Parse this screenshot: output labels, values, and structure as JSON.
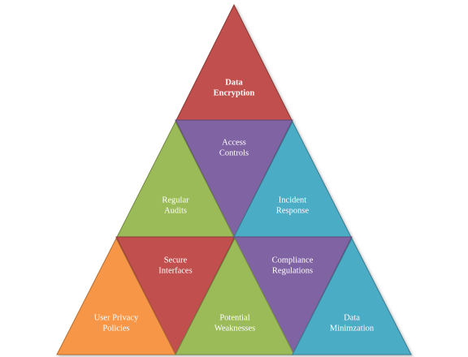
{
  "diagram": {
    "title": "",
    "triangles": [
      {
        "id": "t1",
        "orientation": "up",
        "color": "#c0504d",
        "stroke": "#8c3836",
        "lines": [
          "Data",
          "Encryption"
        ],
        "bold": true
      },
      {
        "id": "t2",
        "orientation": "down",
        "color": "#8064a2",
        "stroke": "#5c4776",
        "lines": [
          "Access",
          "Controls"
        ],
        "bold": false
      },
      {
        "id": "t3",
        "orientation": "up",
        "color": "#9bbb59",
        "stroke": "#71893f",
        "lines": [
          "Regular",
          "Audits"
        ],
        "bold": false
      },
      {
        "id": "t4",
        "orientation": "up",
        "color": "#4bacc6",
        "stroke": "#357d91",
        "lines": [
          "Incident",
          "Response"
        ],
        "bold": false
      },
      {
        "id": "t5",
        "orientation": "down",
        "color": "#c0504d",
        "stroke": "#8c3836",
        "lines": [
          "Secure",
          "Interfaces"
        ],
        "bold": false
      },
      {
        "id": "t6",
        "orientation": "down",
        "color": "#8064a2",
        "stroke": "#5c4776",
        "lines": [
          "Compliance",
          "Regulations"
        ],
        "bold": false
      },
      {
        "id": "t7",
        "orientation": "up",
        "color": "#f79646",
        "stroke": "#b66d31",
        "lines": [
          "User Privacy",
          "Policies"
        ],
        "bold": false
      },
      {
        "id": "t8",
        "orientation": "up",
        "color": "#9bbb59",
        "stroke": "#71893f",
        "lines": [
          "Potential",
          "Weaknesses"
        ],
        "bold": false
      },
      {
        "id": "t9",
        "orientation": "up",
        "color": "#4bacc6",
        "stroke": "#357d91",
        "lines": [
          "Data",
          "Minimzation"
        ],
        "bold": false
      }
    ]
  }
}
